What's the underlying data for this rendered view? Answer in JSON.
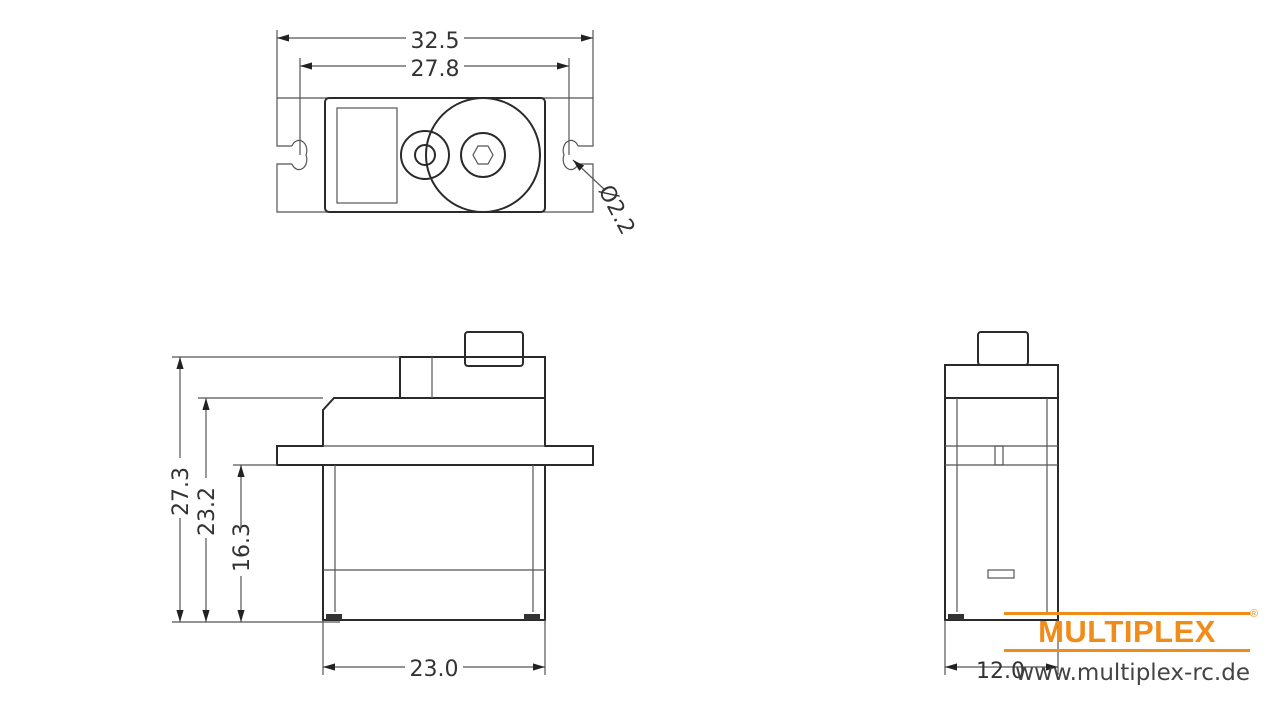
{
  "top_view": {
    "width_overall": "32.5",
    "hole_spacing": "27.8",
    "hole_diameter": "Ø2.2"
  },
  "front_view": {
    "height_overall": "27.3",
    "height_body": "23.2",
    "height_flange": "16.3",
    "width": "23.0"
  },
  "side_view": {
    "depth": "12.0"
  },
  "logo": {
    "brand": "MULTIPLEX",
    "registered": "®",
    "url": "www.multiplex-rc.de"
  },
  "colors": {
    "brand": "#f08c1a",
    "line": "#2a2a2a"
  }
}
